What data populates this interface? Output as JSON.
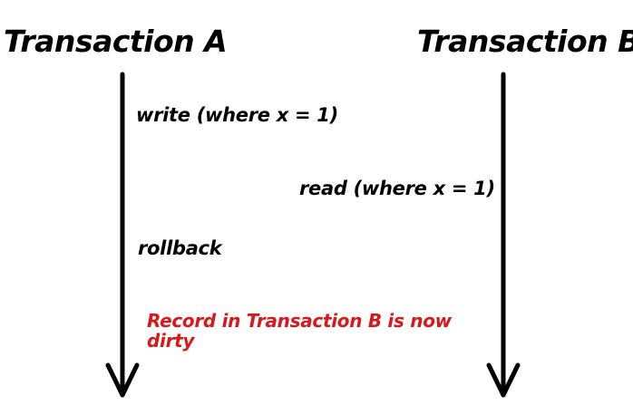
{
  "transactions": {
    "a": {
      "title": "Transaction A"
    },
    "b": {
      "title": "Transaction B"
    }
  },
  "steps": {
    "write": "write (where x = 1)",
    "read": "read (where x = 1)",
    "rollback": "rollback"
  },
  "note": {
    "line1": "Record in Transaction B is now",
    "line2": "dirty",
    "color": "#d7191c"
  }
}
